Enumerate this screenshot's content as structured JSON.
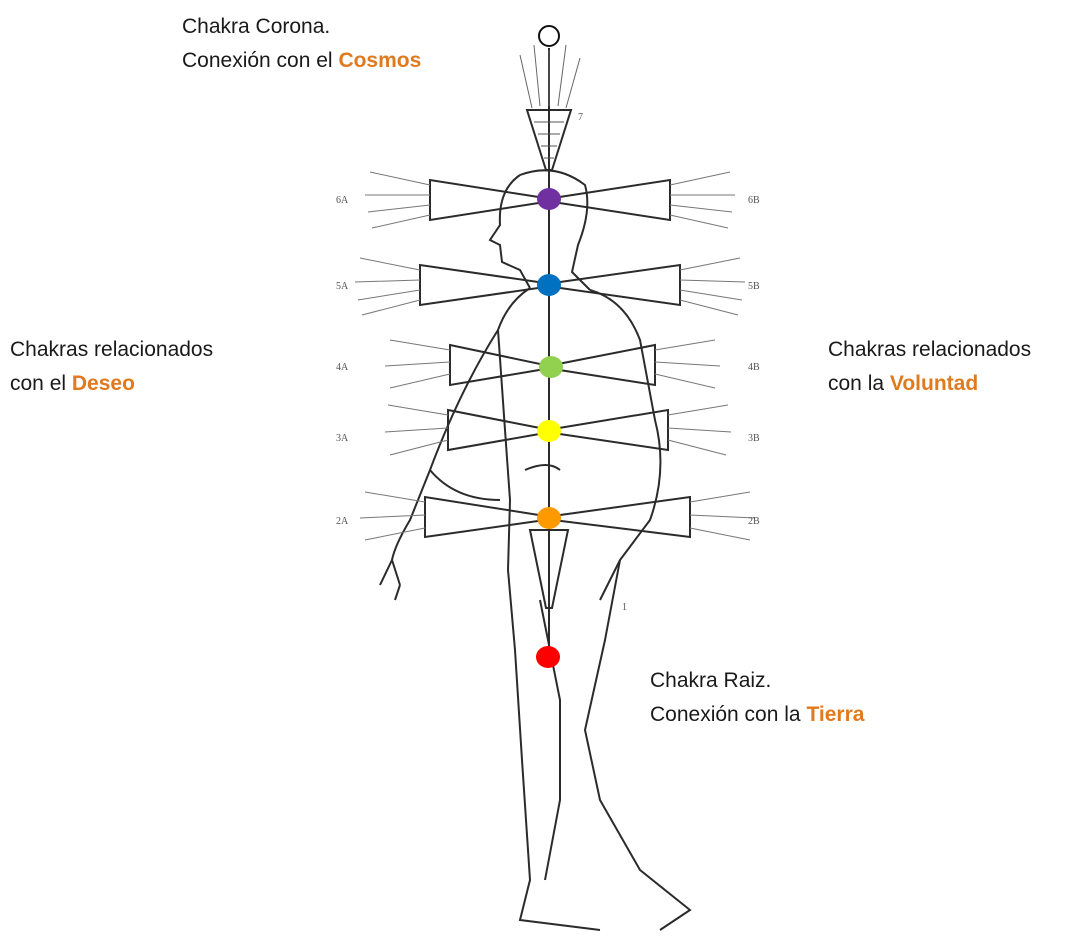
{
  "colors": {
    "highlight": "#e07a1f",
    "line": "#2b2b2b"
  },
  "annotations": {
    "corona": {
      "line1": "Chakra Corona.",
      "prefix": "Conexión con el ",
      "highlight": "Cosmos"
    },
    "deseo": {
      "line1": "Chakras relacionados",
      "prefix": "con el ",
      "highlight": "Deseo"
    },
    "voluntad": {
      "line1": "Chakras relacionados",
      "prefix": "con la ",
      "highlight": "Voluntad"
    },
    "raiz": {
      "line1": "Chakra Raiz.",
      "prefix": "Conexión con la ",
      "highlight": "Tierra"
    }
  },
  "chakras": [
    {
      "name": "crown",
      "number": "7",
      "color": "#ffffff"
    },
    {
      "name": "third-eye",
      "left": "6A",
      "right": "6B",
      "color": "#7030a0"
    },
    {
      "name": "throat",
      "left": "5A",
      "right": "5B",
      "color": "#0070c0"
    },
    {
      "name": "heart",
      "left": "4A",
      "right": "4B",
      "color": "#92d050"
    },
    {
      "name": "solar-plexus",
      "left": "3A",
      "right": "3B",
      "color": "#ffff00"
    },
    {
      "name": "sacral",
      "left": "2A",
      "right": "2B",
      "color": "#ff9900"
    },
    {
      "name": "root",
      "number": "1",
      "color": "#ff0000"
    }
  ]
}
